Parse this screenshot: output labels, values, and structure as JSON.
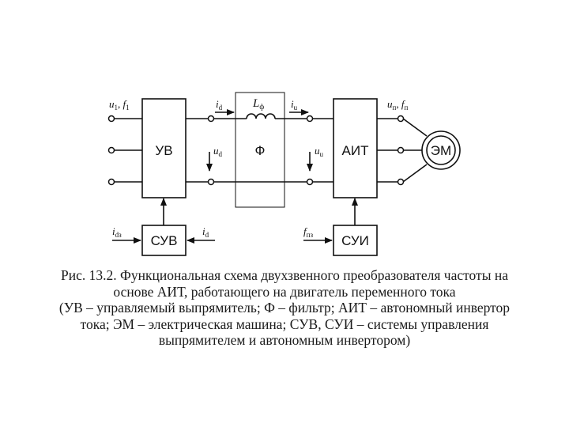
{
  "diagram": {
    "blocks": {
      "uv": "УВ",
      "filter": "Ф",
      "ait": "АИТ",
      "em": "ЭМ",
      "suv": "СУВ",
      "sui": "СУИ"
    },
    "signals": {
      "u1": "u",
      "u1_sub": "1",
      "f1": "f",
      "f1_sub": "1",
      "id": "i",
      "id_sub": "d",
      "ud": "u",
      "ud_sub": "d",
      "lf": "L",
      "lf_sub": "ф",
      "iu": "i",
      "iu_sub": "u",
      "uu": "u",
      "uu_sub": "u",
      "un": "u",
      "un_sub": "п",
      "fn": "f",
      "fn_sub": "п",
      "idz": "i",
      "idz_sub": "dз",
      "id_fb": "i",
      "id_fb_sub": "d",
      "fnz": "f",
      "fnz_sub": "пз"
    }
  },
  "caption": {
    "line1": "Рис. 13.2. Функциональная схема двухзвенного преобразователя частоты на",
    "line2": "основе АИТ, работающего на двигатель переменного тока",
    "line3": "(УВ – управляемый выпрямитель; Ф – фильтр; АИТ – автономный инвертор",
    "line4": "тока; ЭМ – электрическая машина; СУВ, СУИ – системы управления",
    "line5": "выпрямителем и автономным инвертором)"
  }
}
